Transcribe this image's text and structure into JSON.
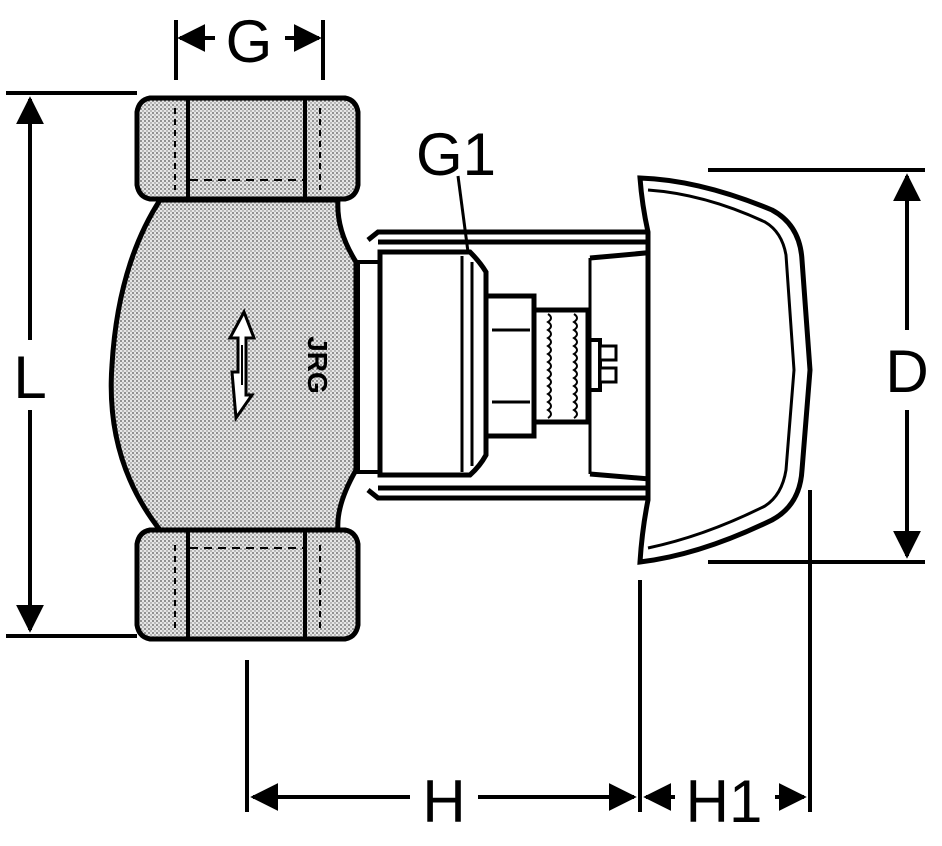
{
  "dimensions": {
    "g": "G",
    "g1": "G1",
    "l": "L",
    "d": "D",
    "h": "H",
    "h1": "H1"
  },
  "body_marking": "JRG",
  "colors": {
    "line": "#000000",
    "body_fill": "#c9c9c9",
    "background": "#ffffff"
  }
}
